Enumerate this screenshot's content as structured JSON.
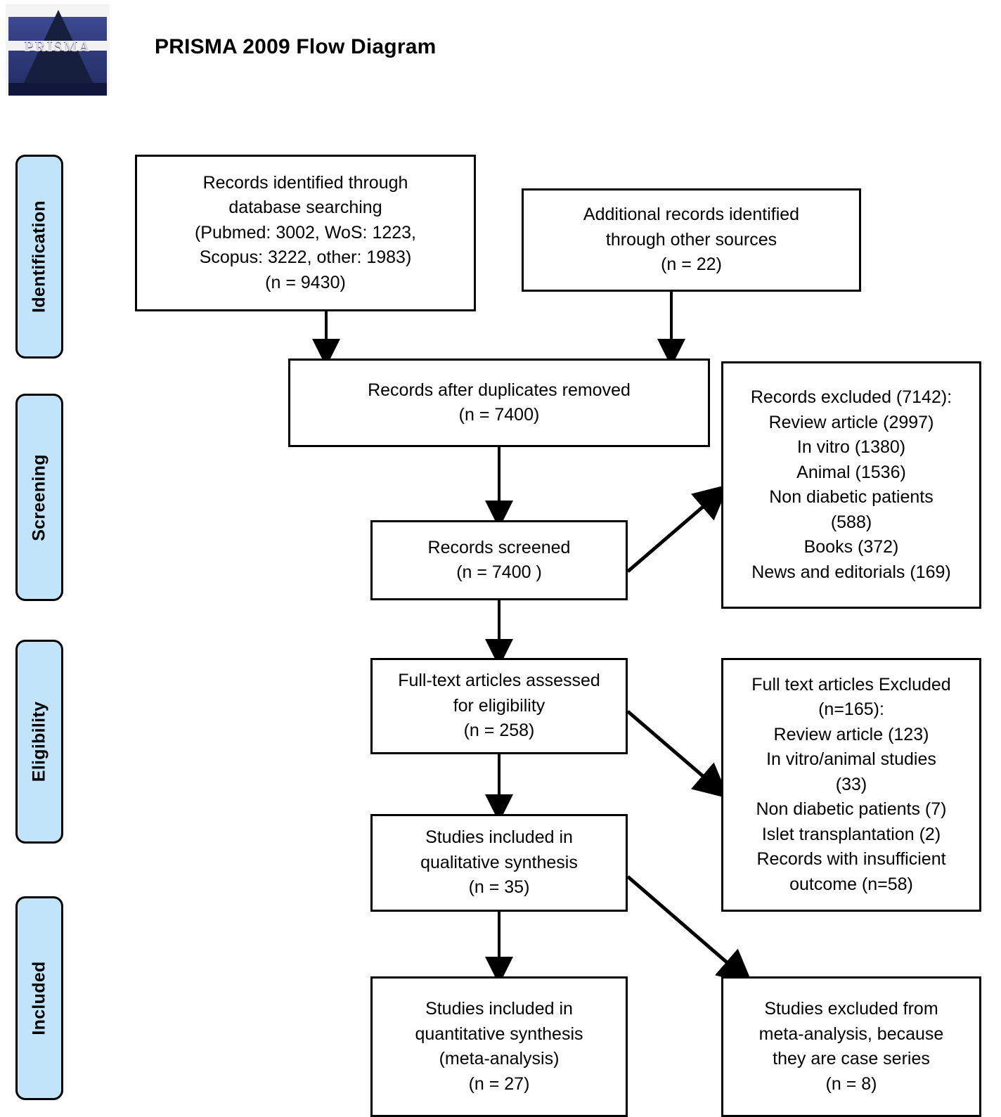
{
  "header": {
    "title": "PRISMA 2009 Flow Diagram",
    "logo_text": "PRISMA",
    "logo_alt": "prisma-logo"
  },
  "phases": [
    {
      "id": "identification",
      "label": "Identification"
    },
    {
      "id": "screening",
      "label": "Screening"
    },
    {
      "id": "eligibility",
      "label": "Eligibility"
    },
    {
      "id": "included",
      "label": "Included"
    }
  ],
  "boxes": {
    "records_identified": "Records identified through\ndatabase searching\n(Pubmed: 3002, WoS: 1223,\nScopus: 3222, other: 1983)\n(n = 9430)",
    "additional_records": "Additional records identified\nthrough other sources\n(n = 22)",
    "duplicates_removed": "Records after duplicates removed\n(n = 7400)",
    "records_excluded": "Records excluded (7142):\nReview article (2997)\nIn vitro (1380)\nAnimal (1536)\nNon diabetic patients\n(588)\nBooks (372)\nNews and editorials (169)",
    "records_screened": "Records screened\n(n = 7400    )",
    "fulltext_assessed": "Full-text articles assessed\nfor eligibility\n(n = 258)",
    "fulltext_excluded": "Full text articles Excluded\n(n=165):\nReview article (123)\nIn vitro/animal studies\n(33)\nNon diabetic patients (7)\nIslet transplantation (2)\nRecords with insufficient\noutcome (n=58)",
    "qualitative_synthesis": "Studies included in\nqualitative synthesis\n(n = 35)",
    "quantitative_synthesis": "Studies included in\nquantitative synthesis\n(meta-analysis)\n(n = 27)",
    "meta_excluded": "Studies excluded from\nmeta-analysis, because\nthey are case series\n(n = 8)"
  },
  "counts": {
    "identified_total": 9430,
    "pubmed": 3002,
    "wos": 1223,
    "scopus": 3222,
    "other_sources": 1983,
    "additional": 22,
    "after_duplicates": 7400,
    "screened": 7400,
    "excluded_screening_total": 7142,
    "excluded_review_article": 2997,
    "excluded_in_vitro": 1380,
    "excluded_animal": 1536,
    "excluded_non_diabetic": 588,
    "excluded_books": 372,
    "excluded_news_editorials": 169,
    "fulltext_assessed": 258,
    "fulltext_excluded_total": 165,
    "ft_review_article": 123,
    "ft_in_vitro_animal": 33,
    "ft_non_diabetic": 7,
    "ft_islet_transplantation": 2,
    "ft_insufficient_outcome": 58,
    "qualitative": 35,
    "quantitative": 27,
    "meta_excluded": 8
  },
  "colors": {
    "phase_fill": "#C2E4FB",
    "stroke": "#000000",
    "background": "#FFFFFF",
    "logo_blue": "#3D4A91"
  }
}
